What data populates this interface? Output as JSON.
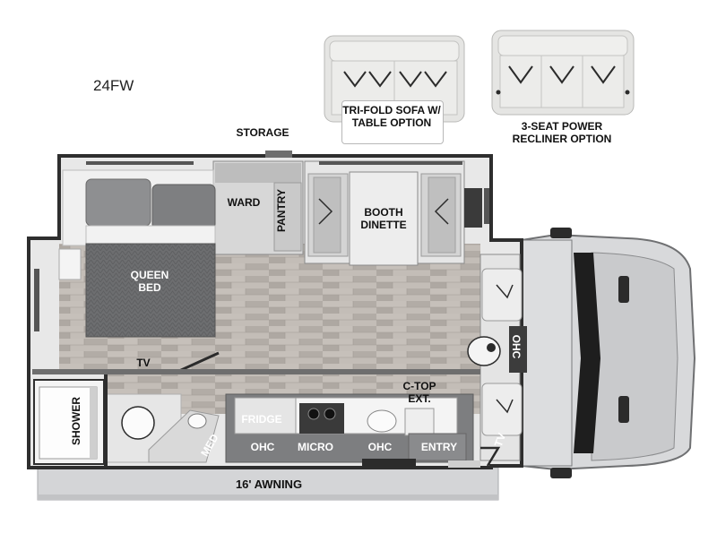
{
  "model": "24FW",
  "labels": {
    "storage": "STORAGE",
    "ward": "WARD",
    "pantry": "PANTRY",
    "booth_dinette": "BOOTH DINETTE",
    "queen_bed": "QUEEN BED",
    "tv_bedroom": "TV",
    "shower": "SHOWER",
    "med": "MED",
    "fridge": "FRIDGE",
    "ohc_left": "OHC",
    "micro": "MICRO",
    "ohc_right": "OHC",
    "entry": "ENTRY",
    "ctop_ext": "C-TOP EXT.",
    "ohc_cab": "OHC",
    "tv_cab": "TV",
    "awning": "16' AWNING"
  },
  "options": {
    "trifold": "TRI-FOLD SOFA W/ TABLE OPTION",
    "recliner": "3-SEAT POWER RECLINER OPTION"
  },
  "colors": {
    "floor": "#b9b3ad",
    "wall": "#2e2e2e",
    "counter": "#7f8082",
    "bed": "#6e6f71",
    "awning": "#d4d5d7"
  }
}
